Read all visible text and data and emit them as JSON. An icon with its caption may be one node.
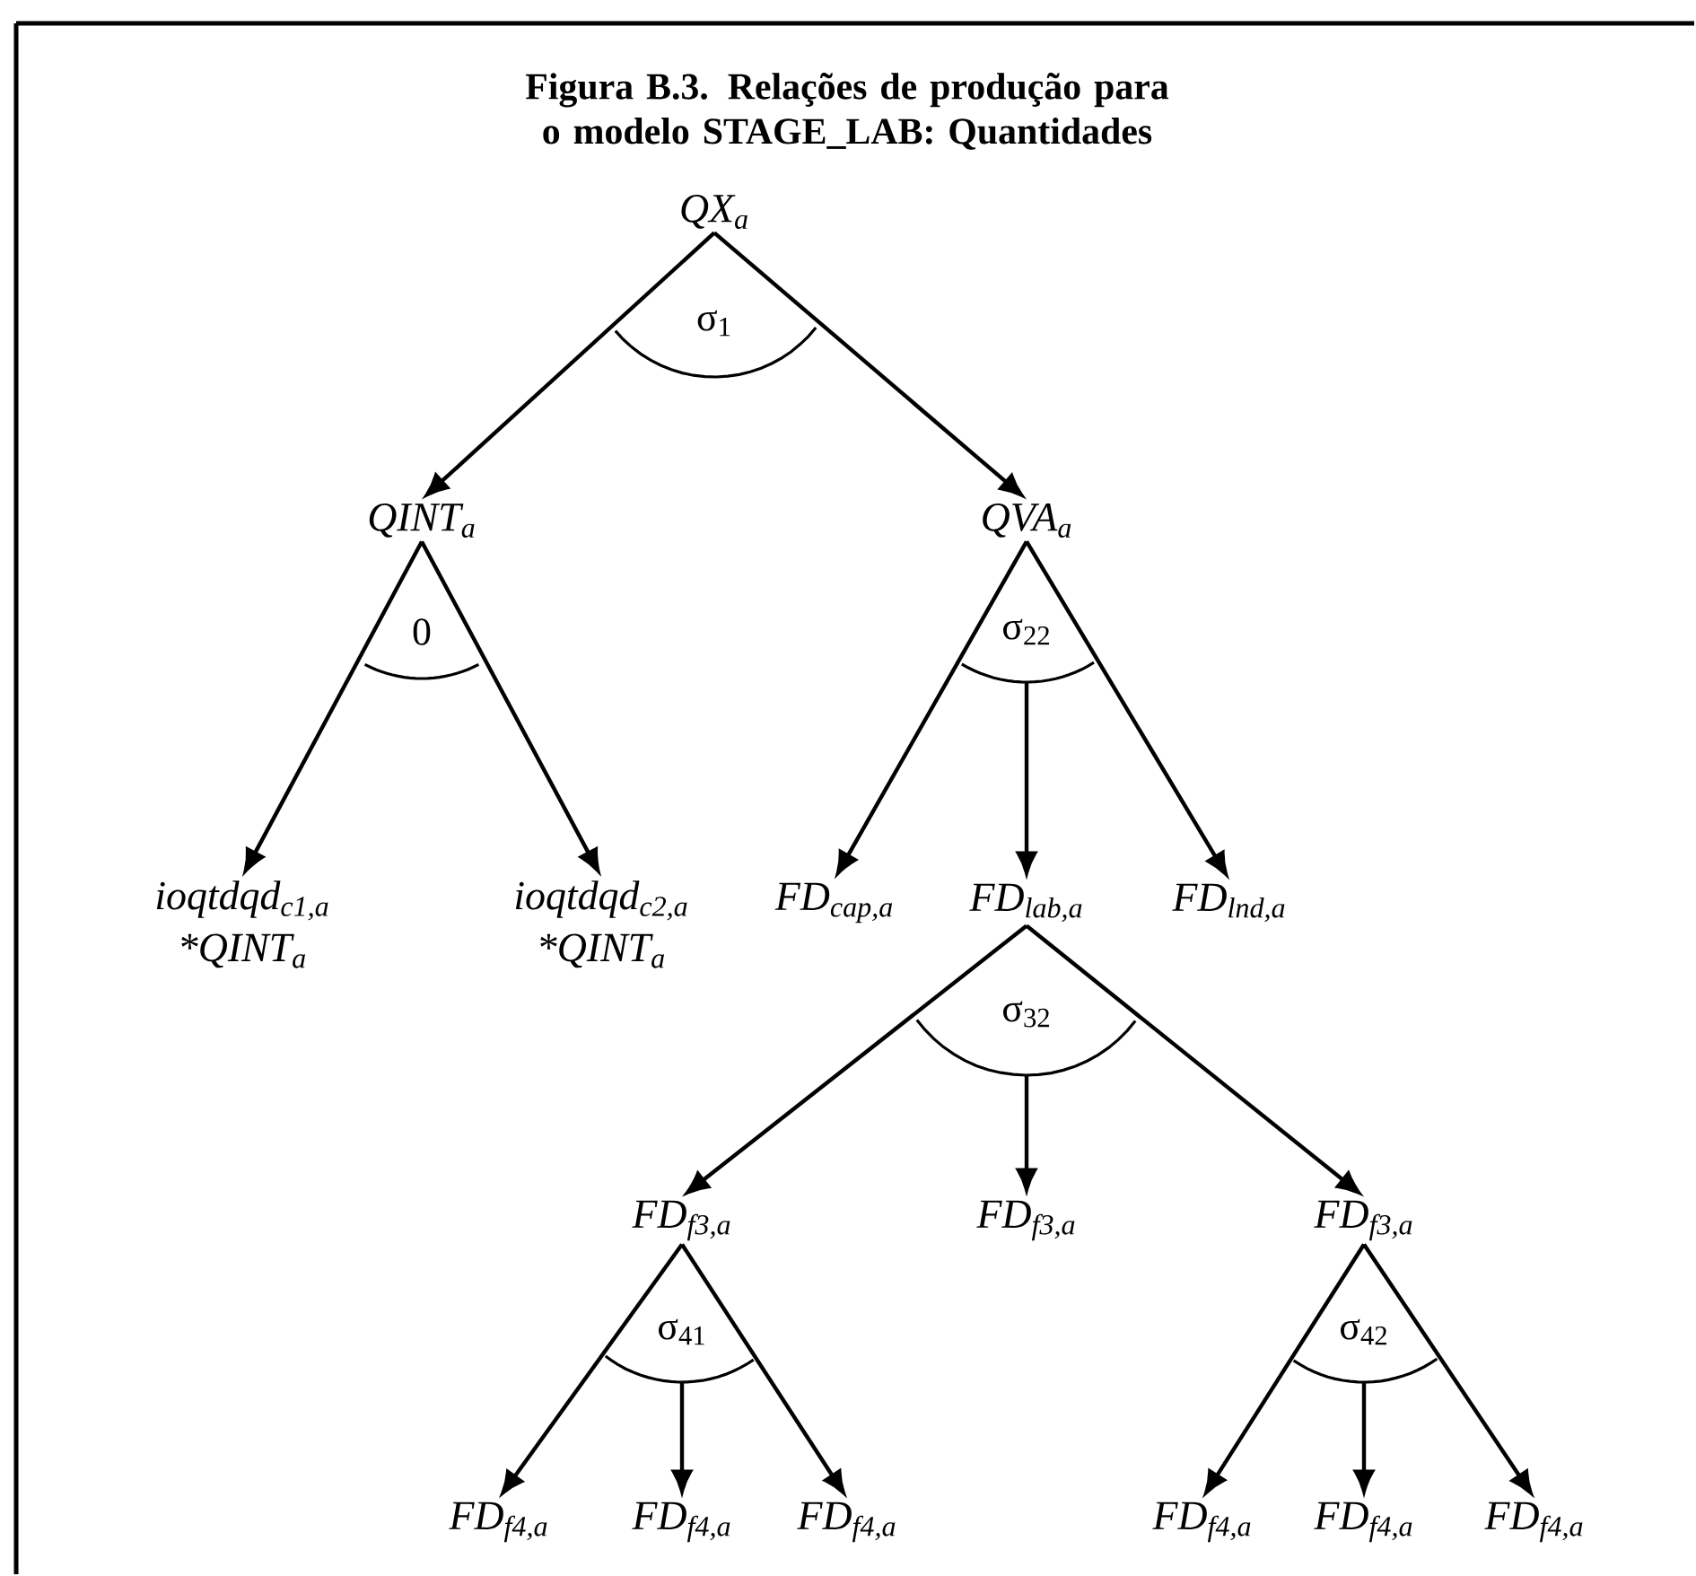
{
  "diagram": {
    "title": "Figura B.3. Relações de produção para o modelo STAGE_LAB: Quantidades",
    "nodes": [
      {
        "text": [
          "QX$_{a}$"
        ]
      },
      {
        "text": [
          "QINT$_{a}$"
        ]
      },
      {
        "text": [
          "QVA$_{a}$"
        ]
      },
      {
        "text": [
          "ioqtdqd$_{c1,a}$ *QINT$_{a}$"
        ]
      },
      {
        "text": [
          "ioqtdqd$_{c2,a}$ *QINT$_{a}$"
        ]
      },
      {
        "text": [
          "FD$_{cap,a}$"
        ]
      },
      {
        "text": [
          "FD$_{lab,a}$"
        ]
      },
      {
        "text": [
          "FD$_{lnd,a}$"
        ]
      },
      {
        "text": [
          "FD$_{f3,a}$"
        ]
      },
      {
        "text": [
          "FD$_{f3,a}$"
        ]
      },
      {
        "text": [
          "FD$_{f3,a}$"
        ]
      },
      {
        "text": [
          "FD$_{f4,a}$"
        ]
      },
      {
        "text": [
          "FD$_{f4,a}$"
        ]
      },
      {
        "text": [
          "FD$_{f4,a}$"
        ]
      },
      {
        "text": [
          "FD$_{f4,a}$"
        ]
      },
      {
        "text": [
          "FD$_{f4,a}$"
        ]
      },
      {
        "text": [
          "FD$_{f4,a}$"
        ]
      }
    ],
    "edges": [
      {
        "from": 0,
        "to": 1,
        "arrow": "to"
      },
      {
        "from": 0,
        "to": 2,
        "arrow": "to"
      },
      {
        "from": 1,
        "to": 3,
        "arrow": "to"
      },
      {
        "from": 1,
        "to": 4,
        "arrow": "to"
      },
      {
        "from": 2,
        "to": 5,
        "arrow": "to"
      },
      {
        "from": 2,
        "to": 6,
        "arrow": "to"
      },
      {
        "from": 2,
        "to": 7,
        "arrow": "to"
      },
      {
        "from": 6,
        "to": 8,
        "arrow": "to"
      },
      {
        "from": 6,
        "to": 9,
        "arrow": "to"
      },
      {
        "from": 6,
        "to": 10,
        "arrow": "to"
      },
      {
        "from": 8,
        "to": 11,
        "arrow": "to"
      },
      {
        "from": 8,
        "to": 12,
        "arrow": "to"
      },
      {
        "from": 8,
        "to": 13,
        "arrow": "to"
      },
      {
        "from": 10,
        "to": 14,
        "arrow": "to"
      },
      {
        "from": 10,
        "to": 15,
        "arrow": "to"
      },
      {
        "from": 10,
        "to": 16,
        "arrow": "to"
      }
    ],
    "labels": [
      "σ$_{1}$",
      "0",
      "σ$_{22}$",
      "σ$_{32}$",
      "σ$_{41}$",
      "σ$_{42}$"
    ]
  }
}
